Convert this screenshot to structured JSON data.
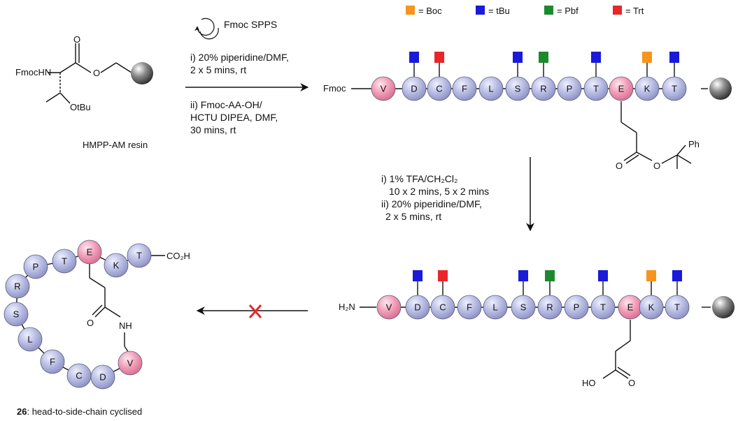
{
  "colors": {
    "residue_default": "#b7bbe2",
    "residue_highlight": "#f19bb7",
    "resin_bead": "#8c8c8c"
  },
  "legend": [
    {
      "label": "Boc",
      "color": "#f7941d"
    },
    {
      "label": "tBu",
      "color": "#1a1ad8"
    },
    {
      "label": "Pbf",
      "color": "#1c8a2c"
    },
    {
      "label": "Trt",
      "color": "#e8262a"
    }
  ],
  "starting_material": {
    "fmoc_hn": "FmocHN",
    "otbu": "OtBu",
    "ester_o_carbonyl": "O",
    "ester_o": "O",
    "resin_label": "HMPP-AM resin"
  },
  "step1": {
    "cycle_label": "Fmoc SPPS",
    "lines": [
      "i) 20% piperidine/DMF,",
      "2 x 5 mins, rt",
      "ii) Fmoc-AA-OH/",
      "HCTU DIPEA, DMF,",
      "30 mins, rt"
    ]
  },
  "peptide1": {
    "n_term": "Fmoc",
    "residues": [
      {
        "code": "V",
        "highlight": true,
        "protect": null
      },
      {
        "code": "D",
        "highlight": false,
        "protect": "tBu"
      },
      {
        "code": "C",
        "highlight": false,
        "protect": "Trt"
      },
      {
        "code": "F",
        "highlight": false,
        "protect": null
      },
      {
        "code": "L",
        "highlight": false,
        "protect": null
      },
      {
        "code": "S",
        "highlight": false,
        "protect": "tBu"
      },
      {
        "code": "R",
        "highlight": false,
        "protect": "Pbf"
      },
      {
        "code": "P",
        "highlight": false,
        "protect": null
      },
      {
        "code": "T",
        "highlight": false,
        "protect": "tBu"
      },
      {
        "code": "E",
        "highlight": true,
        "protect": null
      },
      {
        "code": "K",
        "highlight": false,
        "protect": "Boc"
      },
      {
        "code": "T",
        "highlight": false,
        "protect": "tBu"
      }
    ],
    "side_chain": {
      "o_carbonyl": "O",
      "o_ester": "O",
      "ph": "Ph"
    }
  },
  "step2": {
    "lines": [
      "i) 1% TFA/CH₂Cl₂",
      "10 x 2 mins, 5 x 2 mins",
      "ii) 20% piperidine/DMF,",
      "2 x 5 mins, rt"
    ]
  },
  "peptide2": {
    "n_term": "H₂N",
    "residues": [
      {
        "code": "V",
        "highlight": true,
        "protect": null
      },
      {
        "code": "D",
        "highlight": false,
        "protect": "tBu"
      },
      {
        "code": "C",
        "highlight": false,
        "protect": "Trt"
      },
      {
        "code": "F",
        "highlight": false,
        "protect": null
      },
      {
        "code": "L",
        "highlight": false,
        "protect": null
      },
      {
        "code": "S",
        "highlight": false,
        "protect": "tBu"
      },
      {
        "code": "R",
        "highlight": false,
        "protect": "Pbf"
      },
      {
        "code": "P",
        "highlight": false,
        "protect": null
      },
      {
        "code": "T",
        "highlight": false,
        "protect": "tBu"
      },
      {
        "code": "E",
        "highlight": true,
        "protect": null
      },
      {
        "code": "K",
        "highlight": false,
        "protect": "Boc"
      },
      {
        "code": "T",
        "highlight": false,
        "protect": "tBu"
      }
    ],
    "side_chain": {
      "ho": "HO",
      "o": "O"
    }
  },
  "product": {
    "residues": [
      {
        "code": "T",
        "highlight": false
      },
      {
        "code": "K",
        "highlight": false
      },
      {
        "code": "E",
        "highlight": true
      },
      {
        "code": "T",
        "highlight": false
      },
      {
        "code": "P",
        "highlight": false
      },
      {
        "code": "R",
        "highlight": false
      },
      {
        "code": "S",
        "highlight": false
      },
      {
        "code": "L",
        "highlight": false
      },
      {
        "code": "F",
        "highlight": false
      },
      {
        "code": "C",
        "highlight": false
      },
      {
        "code": "D",
        "highlight": false
      },
      {
        "code": "V",
        "highlight": true
      }
    ],
    "co2h": "CO₂H",
    "amide_o": "O",
    "amide_nh": "NH",
    "compound_number": "26",
    "compound_desc": ": head-to-side-chain cyclised"
  }
}
